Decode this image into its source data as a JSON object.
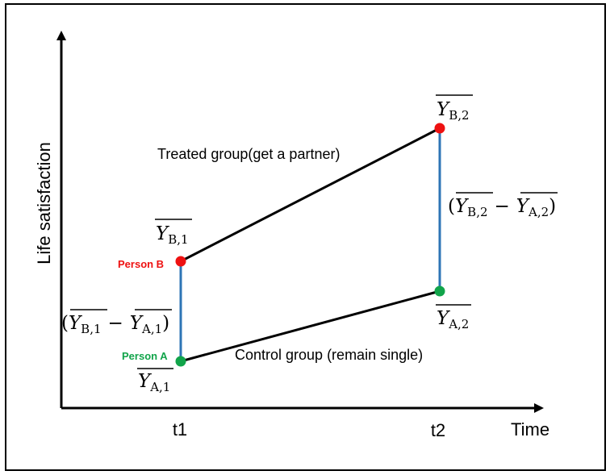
{
  "axes": {
    "y_label": "Life satisfaction",
    "x_label": "Time",
    "x_ticks": [
      "t1",
      "t2"
    ]
  },
  "groups": {
    "treated_label": "Treated group(get a partner)",
    "control_label": "Control group (remain single)"
  },
  "persons": {
    "b_label": "Person B",
    "a_label": "Person A"
  },
  "math": {
    "Y": "Y",
    "sub_b1": "B,1",
    "sub_b2": "B,2",
    "sub_a1": "A,1",
    "sub_a2": "A,2",
    "open_paren": "(",
    "close_paren": ")",
    "minus": "−"
  },
  "colors": {
    "person_b": "#ee1111",
    "person_a": "#11a44a",
    "difference_line": "#2e75b6",
    "group_line": "#000000"
  }
}
